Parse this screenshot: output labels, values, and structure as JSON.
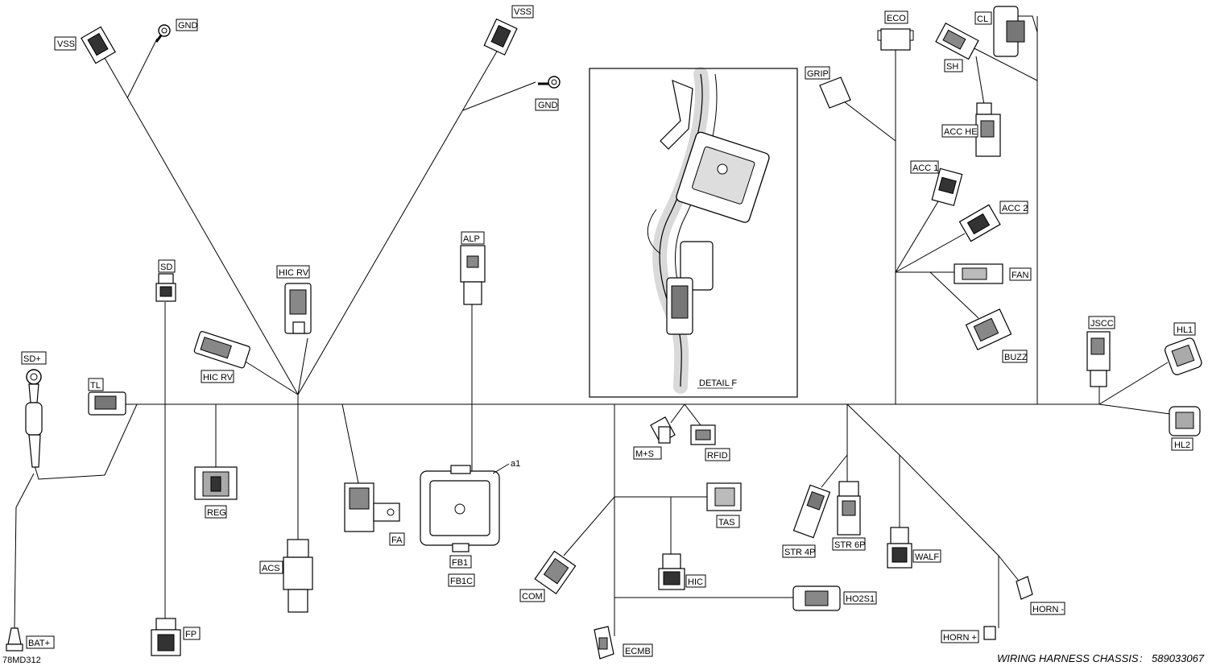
{
  "labels": {
    "vss_left": "VSS",
    "gnd_left": "GND",
    "vss_top": "VSS",
    "gnd_mid": "GND",
    "eco": "ECO",
    "cl": "CL",
    "sh": "SH",
    "grip": "GRIP",
    "acc_he": "ACC HE",
    "acc1": "ACC 1",
    "acc2": "ACC 2",
    "fan": "FAN",
    "buzz": "BUZZ",
    "jscc": "JSCC",
    "hl1": "HL1",
    "hl2": "HL2",
    "alp": "ALP",
    "sd": "SD",
    "hic_rv_top": "HIC RV",
    "hic_rv_left": "HIC RV",
    "sd_plus": "SD+",
    "tl": "TL",
    "reg": "REG",
    "fa": "FA",
    "a1": "a1",
    "fb1": "FB1",
    "fb1c": "FB1C",
    "acs": "ACS",
    "fp": "FP",
    "bat_plus": "BAT+",
    "m_s": "M+S",
    "rfid": "RFID",
    "tas": "TAS",
    "com": "COM",
    "hic": "HIC",
    "ho2s1": "HO2S1",
    "ecmb": "ECMB",
    "str4p": "STR 4P",
    "str6p": "STR 6P",
    "walf": "WALF",
    "horn_minus": "HORN -",
    "horn_plus": "HORN +",
    "detail_f": "DETAIL F"
  },
  "footer": {
    "identifier": "78MD312",
    "title": "WIRING HARNESS CHASSIS",
    "separator": ":",
    "part_number": "589033067"
  }
}
